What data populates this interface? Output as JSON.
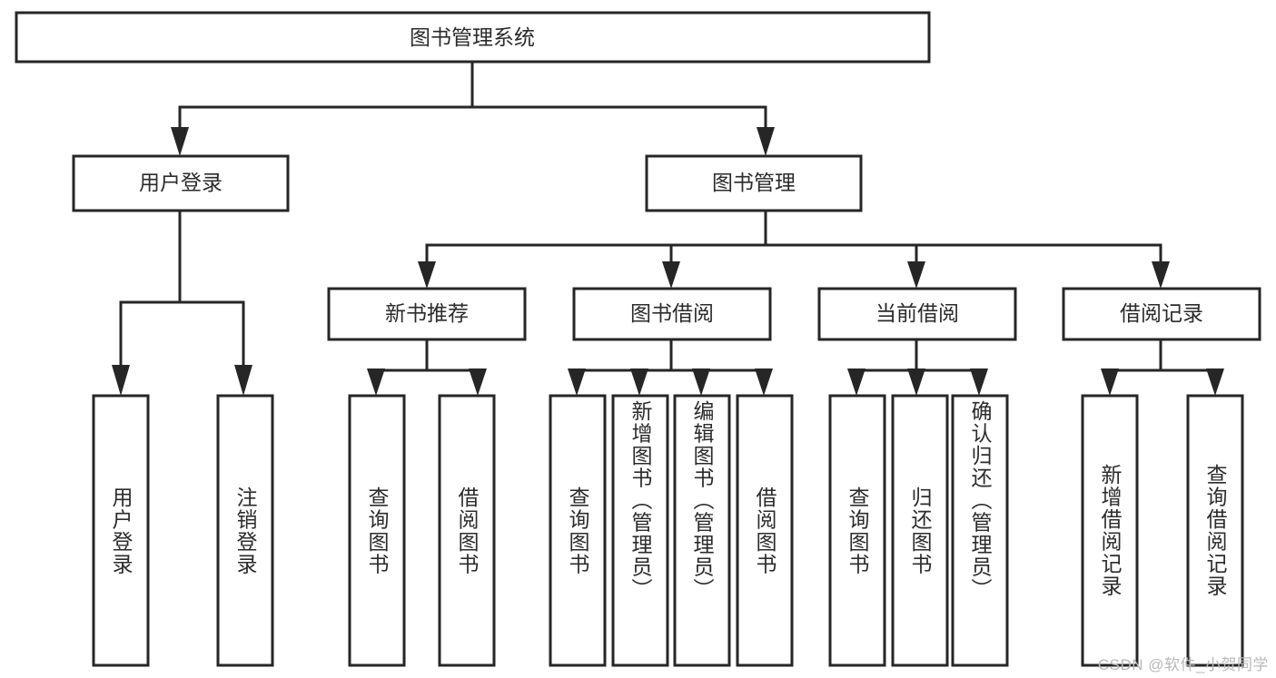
{
  "diagram": {
    "type": "tree",
    "title_node": "图书管理系统",
    "watermark": "CSDN @软件_小贺同学",
    "colors": {
      "stroke": "#262626",
      "fill": "#ffffff",
      "text": "#2b2b2b",
      "watermark": "#b9b9b9"
    },
    "nodes": {
      "root": {
        "label": "图书管理系统",
        "level": 0
      },
      "n_user_login": {
        "label": "用户登录",
        "level": 1
      },
      "n_book_manage": {
        "label": "图书管理",
        "level": 1
      },
      "n_new_book_rec": {
        "label": "新书推荐",
        "level": 2
      },
      "n_book_borrow": {
        "label": "图书借阅",
        "level": 2
      },
      "n_current_borrow": {
        "label": "当前借阅",
        "level": 2
      },
      "n_borrow_record": {
        "label": "借阅记录",
        "level": 2
      },
      "l_user_login": {
        "label": "用户登录",
        "level": 3
      },
      "l_logout_login": {
        "label": "注销登录",
        "level": 3
      },
      "l_query_book_1": {
        "label": "查询图书",
        "level": 3
      },
      "l_borrow_book_1": {
        "label": "借阅图书",
        "level": 3
      },
      "l_query_book_2": {
        "label": "查询图书",
        "level": 3
      },
      "l_add_book_admin": {
        "label": "新增图书（管理员）",
        "level": 3
      },
      "l_edit_book_admin": {
        "label": "编辑图书（管理员）",
        "level": 3
      },
      "l_borrow_book_2": {
        "label": "借阅图书",
        "level": 3
      },
      "l_query_book_3": {
        "label": "查询图书",
        "level": 3
      },
      "l_return_book": {
        "label": "归还图书",
        "level": 3
      },
      "l_confirm_return_admin": {
        "label": "确认归还（管理员）",
        "level": 3
      },
      "l_add_borrow_record": {
        "label": "新增借阅记录",
        "level": 3
      },
      "l_query_borrow_record": {
        "label": "查询借阅记录",
        "level": 3
      }
    },
    "edges": [
      {
        "from": "root",
        "to": "n_user_login"
      },
      {
        "from": "root",
        "to": "n_book_manage"
      },
      {
        "from": "n_user_login",
        "to": "l_user_login"
      },
      {
        "from": "n_user_login",
        "to": "l_logout_login"
      },
      {
        "from": "n_book_manage",
        "to": "n_new_book_rec"
      },
      {
        "from": "n_book_manage",
        "to": "n_book_borrow"
      },
      {
        "from": "n_book_manage",
        "to": "n_current_borrow"
      },
      {
        "from": "n_book_manage",
        "to": "n_borrow_record"
      },
      {
        "from": "n_new_book_rec",
        "to": "l_query_book_1"
      },
      {
        "from": "n_new_book_rec",
        "to": "l_borrow_book_1"
      },
      {
        "from": "n_book_borrow",
        "to": "l_query_book_2"
      },
      {
        "from": "n_book_borrow",
        "to": "l_add_book_admin"
      },
      {
        "from": "n_book_borrow",
        "to": "l_edit_book_admin"
      },
      {
        "from": "n_book_borrow",
        "to": "l_borrow_book_2"
      },
      {
        "from": "n_current_borrow",
        "to": "l_query_book_3"
      },
      {
        "from": "n_current_borrow",
        "to": "l_return_book"
      },
      {
        "from": "n_current_borrow",
        "to": "l_confirm_return_admin"
      },
      {
        "from": "n_borrow_record",
        "to": "l_add_borrow_record"
      },
      {
        "from": "n_borrow_record",
        "to": "l_query_borrow_record"
      }
    ]
  }
}
